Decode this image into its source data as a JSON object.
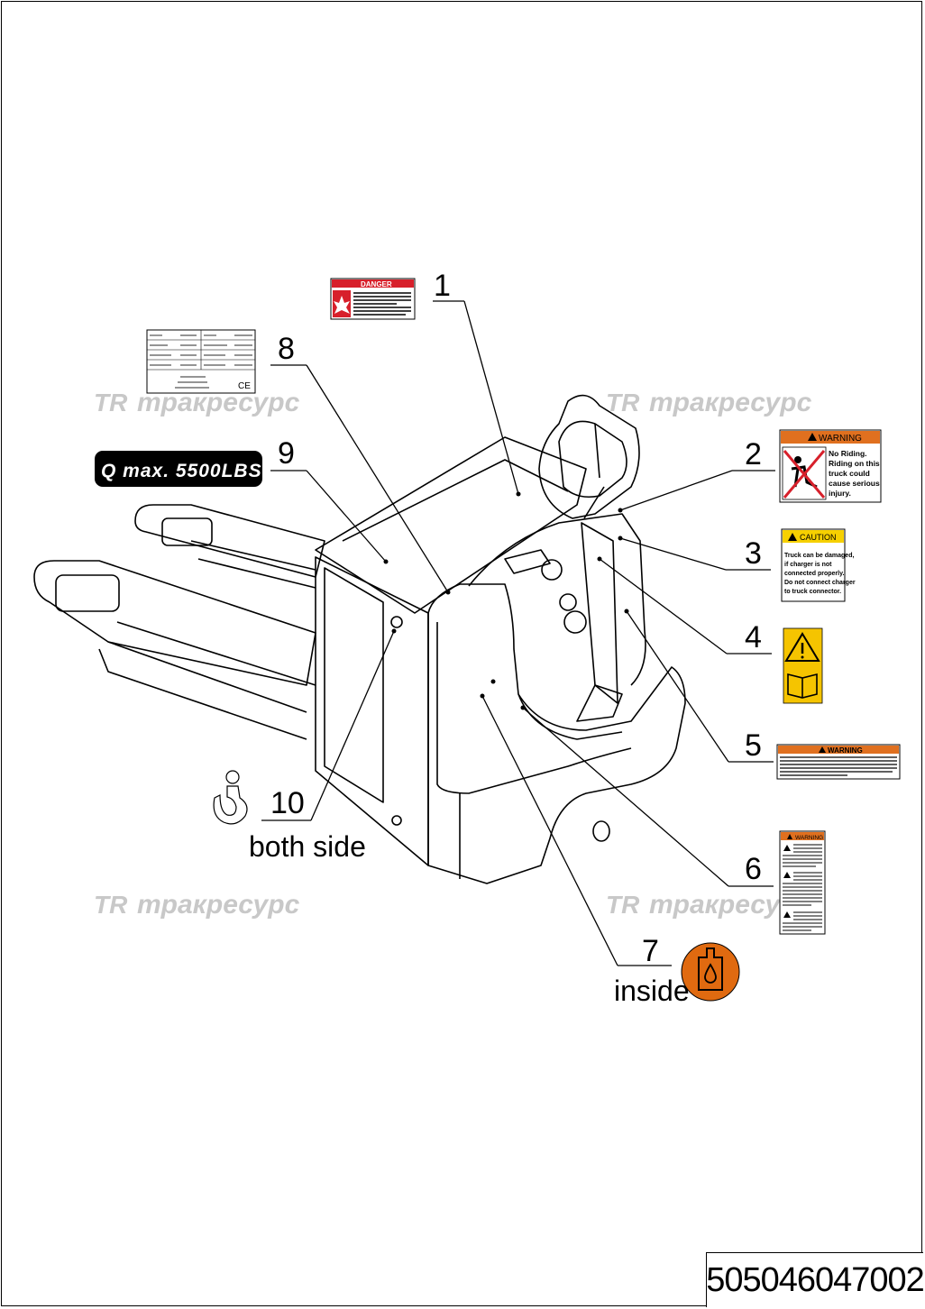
{
  "watermark": {
    "text": "тракресурс",
    "logo": "TR"
  },
  "part_number": "505046047002",
  "callouts": [
    {
      "number": "1"
    },
    {
      "number": "2"
    },
    {
      "number": "3"
    },
    {
      "number": "4"
    },
    {
      "number": "5"
    },
    {
      "number": "6"
    },
    {
      "number": "7",
      "note": "inside"
    },
    {
      "number": "8"
    },
    {
      "number": "9"
    },
    {
      "number": "10",
      "note": "both side"
    }
  ],
  "labels": {
    "danger": {
      "header": "DANGER",
      "color": "#d7202b"
    },
    "warning_riding": {
      "header": "WARNING",
      "lines": [
        "No Riding.",
        "Riding on this",
        "truck could",
        "cause serious",
        "injury."
      ],
      "color": "#e0701f"
    },
    "caution_charger": {
      "header": "CAUTION",
      "lines": [
        "Truck can be damaged,",
        "if charger is not",
        "connected properly.",
        "Do not connect charger",
        "to truck connector."
      ],
      "color": "#f6d000"
    },
    "warning_electrical": {
      "header": "WARNING",
      "color": "#e0701f"
    },
    "warning_tall": {
      "header": "WARNING",
      "color": "#e0701f"
    },
    "manual_icon": {
      "icon": "warning-book-icon",
      "color": "#f5c400"
    },
    "oil_icon": {
      "icon": "oil-drop-icon",
      "color": "#e06a10"
    },
    "capacity_plate": {
      "text": "Q max. 5500LBS"
    },
    "nameplate": {
      "ce_mark": "CE"
    },
    "hook_icon": {
      "icon": "lifting-hook-icon"
    }
  }
}
